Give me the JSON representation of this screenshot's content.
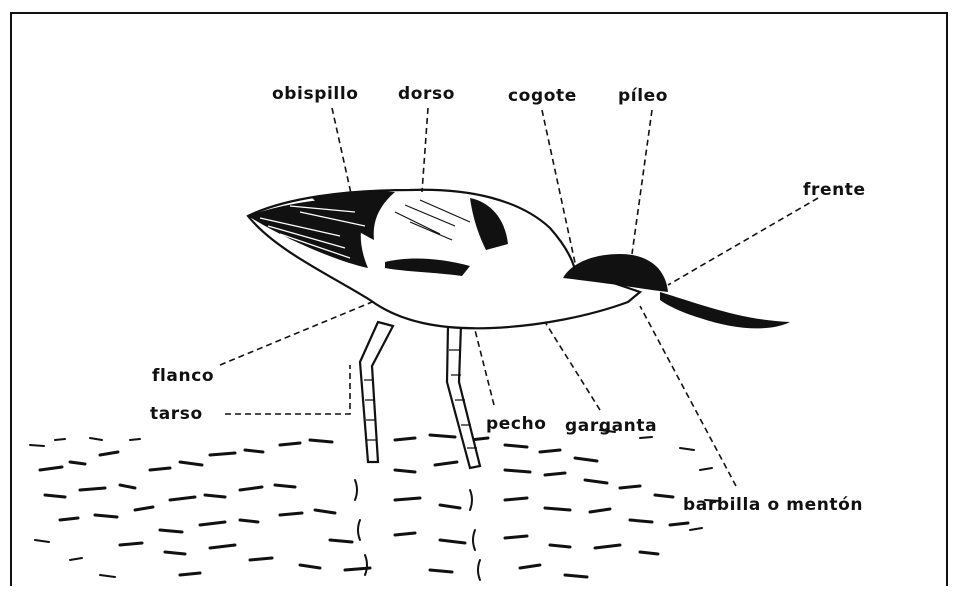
{
  "labels": {
    "obispillo": "obispillo",
    "dorso": "dorso",
    "cogote": "cogote",
    "pileo": "píleo",
    "frente": "frente",
    "flanco": "flanco",
    "tarso": "tarso",
    "pecho": "pecho",
    "garganta": "garganta",
    "barbilla": "barbilla o mentón"
  },
  "colors": {
    "ink": "#111111",
    "paper": "#ffffff"
  }
}
